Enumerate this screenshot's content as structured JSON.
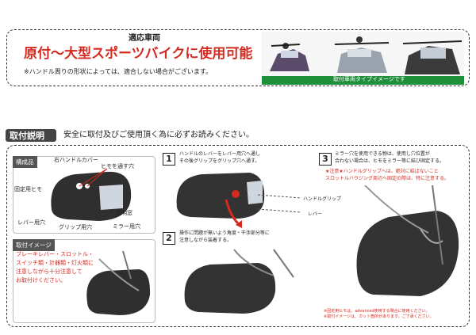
{
  "top": {
    "heading": "適応車両",
    "main_text": "原付〜大型スポーツバイクに使用可能",
    "note": "※ハンドル周りの形状によっては、適合しない場合がございます。",
    "caption": "取付車両タイプイメージです"
  },
  "instructions": {
    "badge": "取付説明",
    "lead": "安全に取付及びご使用頂く為に必ずお読みください。",
    "components": {
      "title": "構成品",
      "labels": [
        "右ハンドルカバー",
        "ヒモを通す穴",
        "固定用ヒモ",
        "透明窓",
        "レバー用穴",
        "グリップ用穴",
        "ミラー用穴"
      ]
    },
    "mount_image": {
      "title": "取付イメージ",
      "text": [
        "ブレーキレバー・スロットル・",
        "スイッチ類・計器類・灯火類に",
        "注意しながら十分注意して",
        "お取付けください。"
      ]
    },
    "step1": {
      "number": "1",
      "text": [
        "ハンドルのレバーをレバー用穴へ通し",
        "その後グリップをグリップ穴へ通す。"
      ],
      "arrow_labels": [
        "ハンドルグリップ",
        "レバー"
      ]
    },
    "step2": {
      "number": "2",
      "text": [
        "操作に問題が無いよう角度・干渉部分等に",
        "注意しながら装着する。"
      ]
    },
    "step3": {
      "number": "3",
      "text": [
        "ミラー穴を使用できる物は、使用し穴位置が",
        "合わない場合は、ヒモをミラー等に結び固定する。"
      ],
      "warning": [
        "★注意★ハンドルグリップへは、絶対に結ばないこと",
        "スロットルハウジング周辺へ固定の際は、特に注意する。"
      ],
      "footnote": [
        "※固定用ヒモは、advanced使用する場合に使用ください。",
        "※取付イメージは、カット箇所があります。ご了承ください。"
      ]
    }
  },
  "colors": {
    "accent_red": "#d42a20",
    "caption_green": "#1f8f3c",
    "badge_bg": "#444444"
  }
}
